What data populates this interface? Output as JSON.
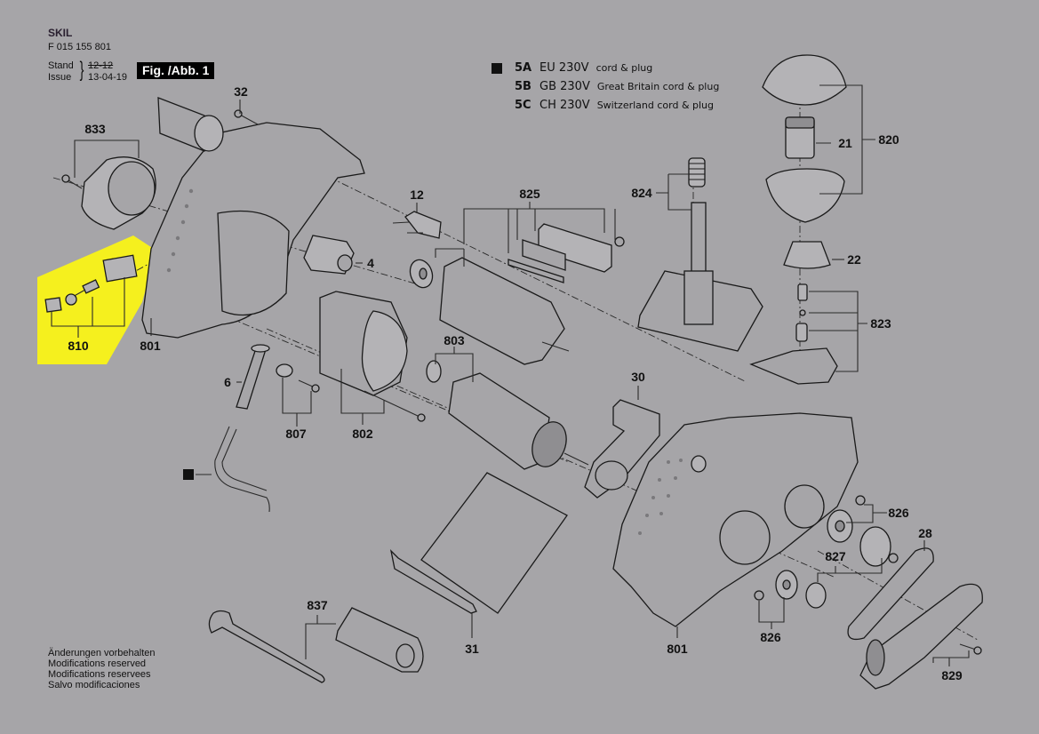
{
  "header": {
    "brand": "SKIL",
    "part_number": "F 015 155 801",
    "stand_label": "Stand",
    "issue_label": "Issue",
    "stand_date_struck": "12-12",
    "issue_date": "13-04-19",
    "figure_label": "Fig. /Abb. 1"
  },
  "legend": [
    {
      "marker": "filled-square",
      "code": "5A",
      "voltage": "EU 230V",
      "description": "cord & plug"
    },
    {
      "marker": "",
      "code": "5B",
      "voltage": "GB 230V",
      "description": "Great Britain cord & plug"
    },
    {
      "marker": "",
      "code": "5C",
      "voltage": "CH 230V",
      "description": "Switzerland cord & plug"
    }
  ],
  "footer": [
    "Änderungen vorbehalten",
    "Modifications reserved",
    "Modifications reservees",
    "Salvo modificaciones"
  ],
  "highlight": {
    "color": "#f5f01e",
    "part": "810"
  },
  "part_labels": {
    "p32": "32",
    "p833": "833",
    "p12": "12",
    "p825": "825",
    "p824": "824",
    "p820": "820",
    "p21": "21",
    "p22": "22",
    "p4": "4",
    "p810": "810",
    "p801a": "801",
    "p823": "823",
    "p803": "803",
    "p6": "6",
    "p807": "807",
    "p802": "802",
    "p30": "30",
    "p826a": "826",
    "p28": "28",
    "p827": "827",
    "p826b": "826",
    "p837": "837",
    "p31": "31",
    "p801b": "801",
    "p829": "829"
  },
  "cord_marker": "filled-square"
}
